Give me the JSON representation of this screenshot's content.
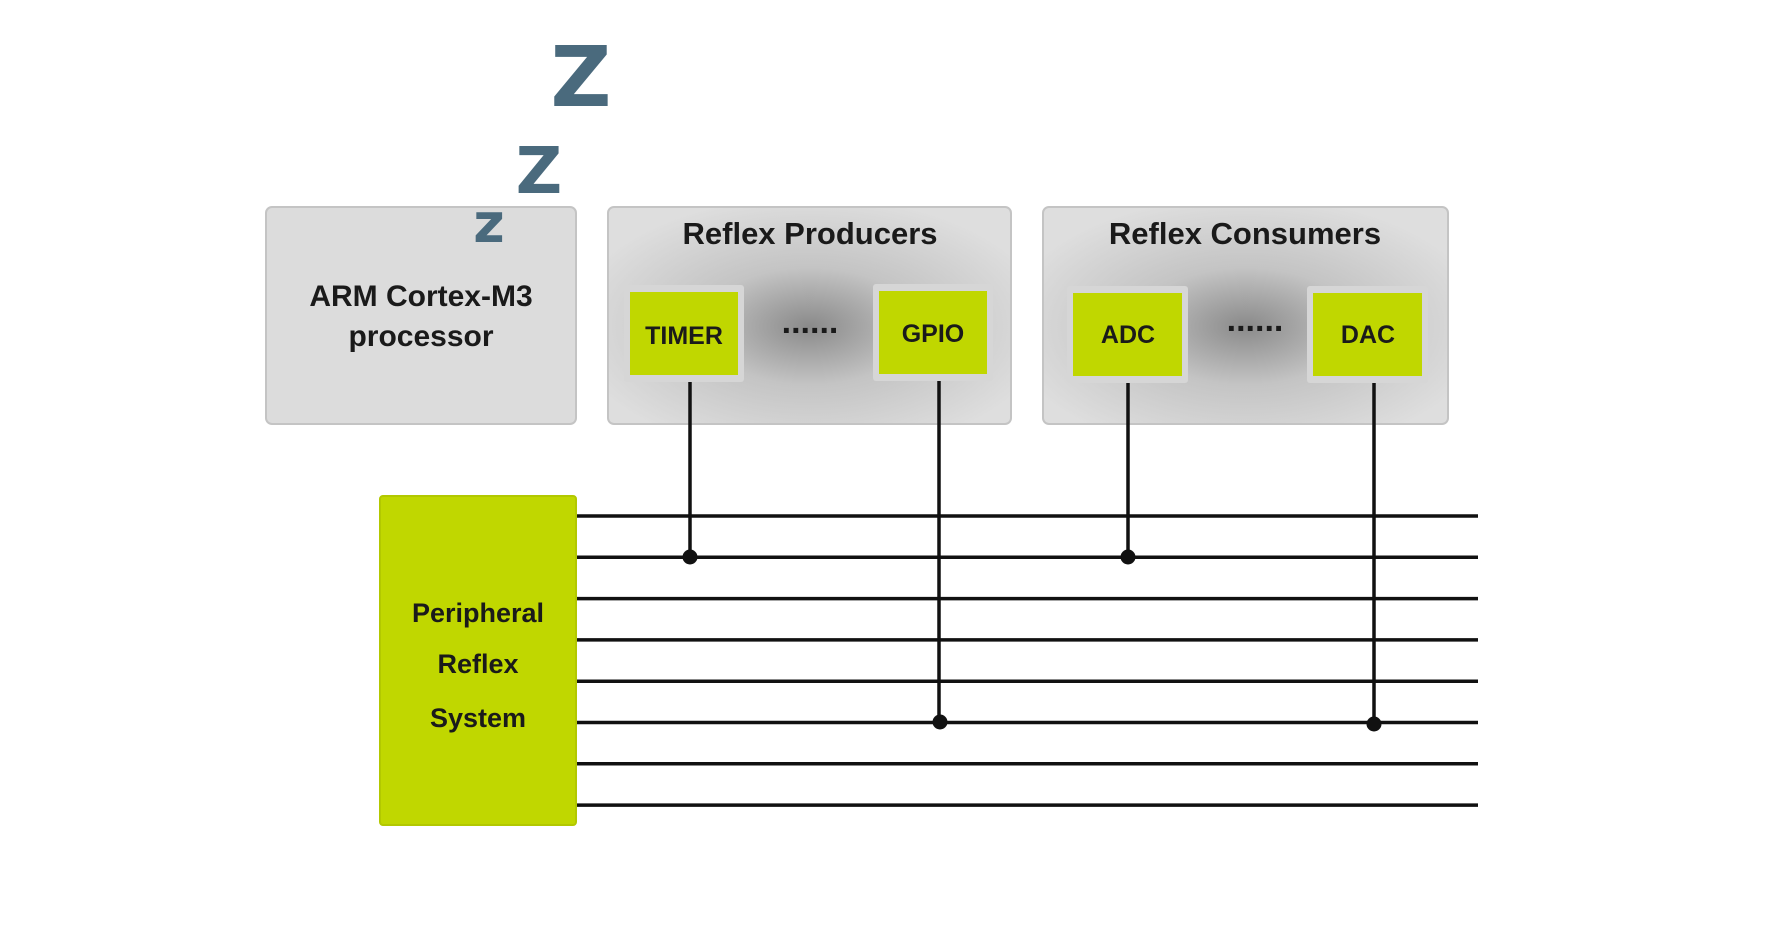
{
  "processor": {
    "label_line1": "ARM Cortex-M3",
    "label_line2": "processor",
    "sleep_letters": [
      "Z",
      "Z",
      "z"
    ]
  },
  "producers": {
    "title": "Reflex Producers",
    "items": [
      "TIMER",
      "GPIO"
    ],
    "ellipsis": "......"
  },
  "consumers": {
    "title": "Reflex Consumers",
    "items": [
      "ADC",
      "DAC"
    ],
    "ellipsis": "......"
  },
  "prs": {
    "label_lines": [
      "Peripheral",
      "Reflex",
      "System"
    ],
    "channel_count": 8
  },
  "colors": {
    "chip_green": "#c0d700",
    "group_gray": "#dcdcdc",
    "sleep_blue": "#4a6a7d",
    "line_black": "#111111"
  }
}
